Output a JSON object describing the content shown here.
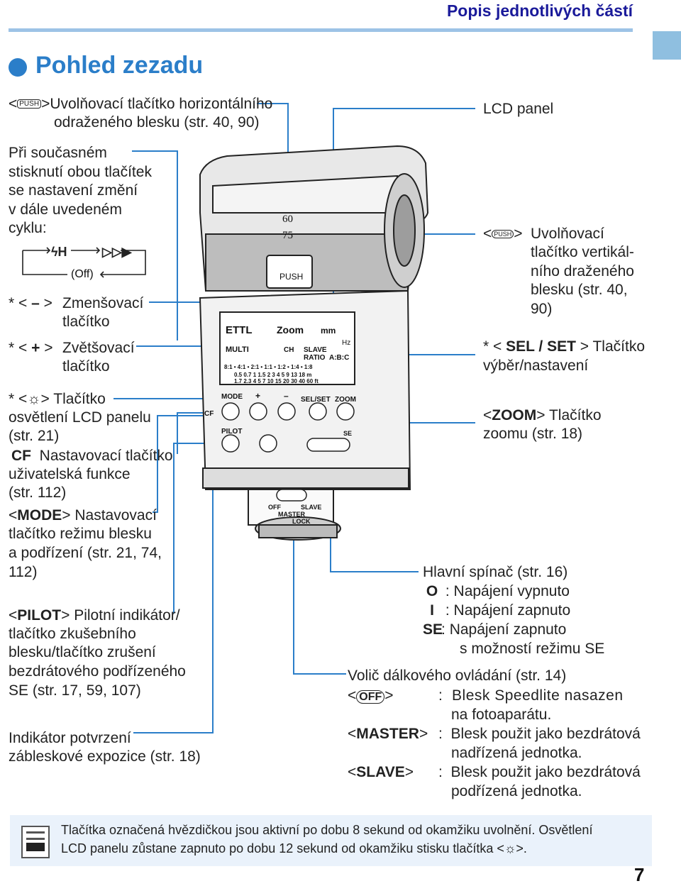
{
  "header": {
    "title": "Popis jednotlivých částí"
  },
  "section": {
    "title": "Pohled zezadu"
  },
  "left": {
    "push_h": "<PUSH>Uvolňovací tlačítko horizontálního odraženého blesku (str. 40, 90)",
    "push_h_l1_pre": "<",
    "push_h_l1_key": "PUSH",
    "push_h_l1_post": ">Uvolňovací tlačítko horizontálního",
    "push_h_l2": "odraženého blesku (str. 40, 90)",
    "cycle_lines": [
      "Při současném",
      "stisknutí obou tlačítek",
      "se nastavení změní",
      "v dále uvedeném",
      "cyklu:"
    ],
    "cycle_off": "(Off)",
    "minus_pre": "* <",
    "minus_post": ">",
    "minus_l1": "Zmenšovací",
    "minus_l2": "tlačítko",
    "plus_pre": "* <",
    "plus_post": ">",
    "plus_l1": "Zvětšovací",
    "plus_l2": "tlačítko",
    "light_l1": "Tlačítko",
    "light_pre": "* <",
    "light_post": ">",
    "light_l2": "osvětlení LCD panelu",
    "light_l3": "(str. 21)",
    "cf_key": "CF",
    "cf_l1": "Nastavovací tlačítko",
    "cf_l2": "uživatelská funkce",
    "cf_l3": "(str. 112)",
    "mode_key": "MODE",
    "mode_l1": "Nastavovací",
    "mode_l2": "tlačítko režimu blesku",
    "mode_l3": "a podřízení (str. 21, 74,",
    "mode_l4": "112)",
    "pilot_key": "PILOT",
    "pilot_l1": "Pilotní indikátor/",
    "pilot_l2": "tlačítko zkušebního",
    "pilot_l3": "blesku/tlačítko zrušení",
    "pilot_l4": "bezdrátového podřízeného",
    "pilot_l5": "SE (str. 17, 59, 107)",
    "fec_l1": "Indikátor potvrzení",
    "fec_l2": "zábleskové expozice (str. 18)"
  },
  "right": {
    "lcd": "LCD panel",
    "push_v_key": "PUSH",
    "push_v_l1": "Uvolňovací",
    "push_v_l2": "tlačítko vertikál-",
    "push_v_l3": "ního draženého",
    "push_v_l4": "blesku (str. 40,",
    "push_v_l5": "90)",
    "sel_key": "SEL / SET",
    "sel_l1": "Tlačítko",
    "sel_l2": "výběr/nastavení",
    "zoom_key": "ZOOM",
    "zoom_l1": "Tlačítko",
    "zoom_l2": "zoomu (str. 18)",
    "main_title": "Hlavní spínač (str. 16)",
    "main_rows": [
      {
        "key": "O",
        "sep": ":",
        "text": "Napájení vypnuto"
      },
      {
        "key": "I",
        "sep": ":",
        "text": "Napájení zapnuto"
      },
      {
        "key": "SE",
        "sep": ":",
        "text": "Napájení zapnuto"
      }
    ],
    "main_row3_l2": "s možností režimu SE",
    "wireless_title": "Volič dálkového ovládání (str. 14)",
    "wireless_rows": [
      {
        "key": "OFF",
        "sep": ":",
        "l1": "Blesk Speedlite nasazen",
        "l2": "na fotoaparátu."
      },
      {
        "key": "MASTER",
        "sep": ":",
        "l1": "Blesk použit jako bezdrátová",
        "l2": "nadřízená jednotka."
      },
      {
        "key": "SLAVE",
        "sep": ":",
        "l1": "Blesk použit jako bezdrátová",
        "l2": "podřízená jednotka."
      }
    ]
  },
  "device": {
    "head_scale_1": "60",
    "head_scale_2": "75",
    "push_label": "PUSH",
    "lcd_top": "ETTL",
    "lcd_zoom": "Zoom",
    "lcd_mm": "mm",
    "lcd_hz": "Hz",
    "lcd_multi": "MULTI",
    "lcd_ch": "CH",
    "lcd_slave": "SLAVE",
    "lcd_ratio": "RATIO",
    "lcd_abc": "A:B:C",
    "lcd_scale1": "8:1 • 4:1 • 2:1 • 1:1 • 1:2 • 1:4 • 1:8",
    "lcd_scale2": "0.5 0.7 1 1.5 2 3 4 5 9 13 18 m",
    "lcd_scale3": "1.7 2.3 4 5 7 10 15 20 30 40 60 ft",
    "btn_mode": "MODE",
    "btn_plus": "+",
    "btn_minus": "–",
    "btn_selset": "SEL/SET",
    "btn_zoom": "ZOOM",
    "btn_pilot": "PILOT",
    "btn_cf": "CF",
    "sw_se": "SE",
    "sel_off": "OFF",
    "sel_slave": "SLAVE",
    "sel_master": "MASTER",
    "sel_lock": "LOCK"
  },
  "note": {
    "l1": "Tlačítka označená hvězdičkou jsou aktivní po dobu 8 sekund od okamžiku uvolnění. Osvětlení",
    "l2": "LCD panelu zůstane zapnuto po dobu 12 sekund od okamžiku stisku tlačítka <",
    "l2_end": ">."
  },
  "page_number": "7",
  "colors": {
    "accent": "#2b7ec9",
    "header_text": "#1a1a9a",
    "leader_line": "#2b7ec9",
    "note_bg": "#eaf2fb"
  }
}
